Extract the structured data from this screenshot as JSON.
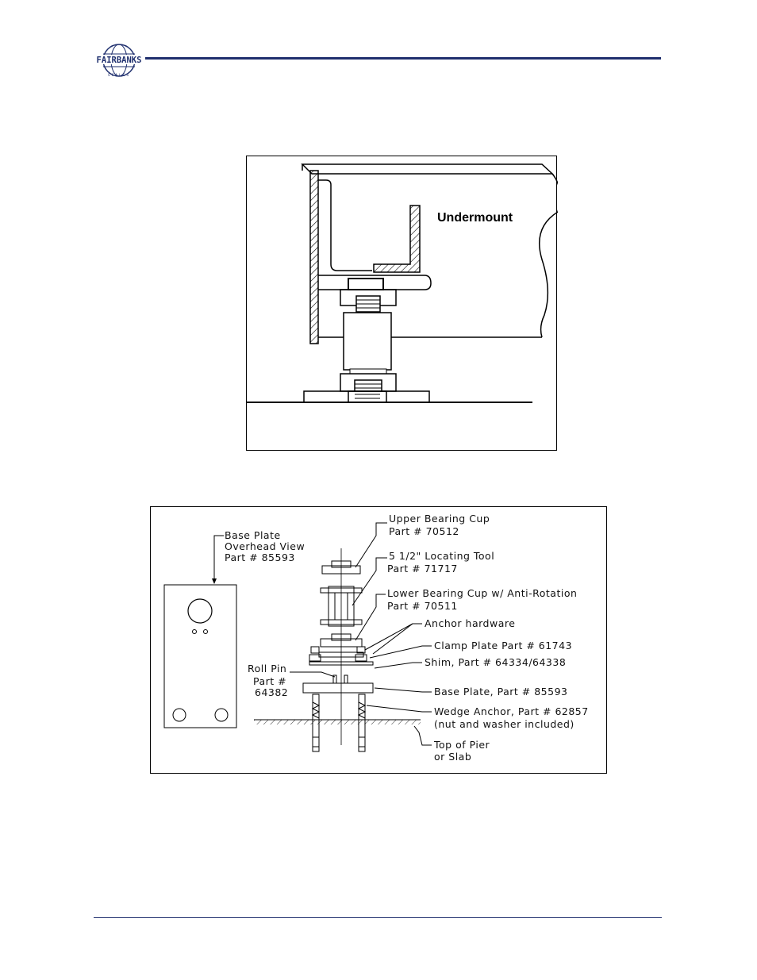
{
  "header": {
    "logo_text": "FAIRBANKS",
    "logo_subtext": "SCALES"
  },
  "figure1": {
    "label": "Undermount"
  },
  "figure2": {
    "base_plate_view": [
      "Base Plate",
      "Overhead View",
      "Part # 85593"
    ],
    "callouts": {
      "upper_bearing_cup": [
        "Upper Bearing Cup",
        "Part # 70512"
      ],
      "locating_tool": [
        "5 1/2\" Locating Tool",
        "Part # 71717"
      ],
      "lower_bearing_cup": [
        "Lower Bearing Cup w/ Anti-Rotation",
        "Part # 70511"
      ],
      "anchor_hardware": "Anchor hardware",
      "clamp_plate": "Clamp Plate Part # 61743",
      "shim": "Shim, Part # 64334/64338",
      "roll_pin": [
        "Roll Pin",
        "Part #",
        "64382"
      ],
      "base_plate": "Base Plate, Part # 85593",
      "wedge_anchor": [
        "Wedge Anchor, Part # 62857",
        "(nut and washer included)"
      ],
      "top_of_pier": [
        "Top of Pier",
        "or Slab"
      ]
    }
  }
}
